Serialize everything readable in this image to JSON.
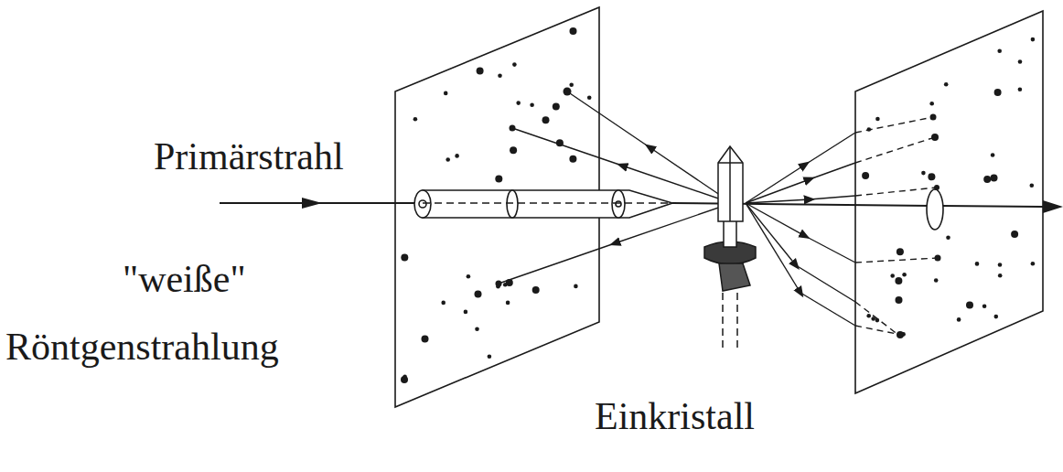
{
  "diagram": {
    "labels": [
      "Primärstrahl",
      "\"weiße\"",
      "Röntgenstrahlung",
      "Einkristall"
    ]
  }
}
